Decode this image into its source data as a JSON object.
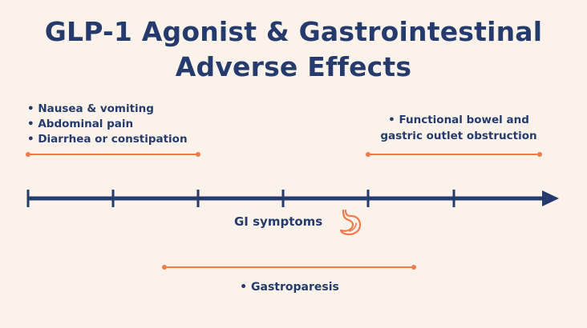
{
  "title": {
    "line1": "GLP-1 Agonist & Gastrointestinal",
    "line2": "Adverse Effects"
  },
  "timeline": {
    "axis_label": "GI symptoms",
    "icon": "stomach-icon"
  },
  "early_effects": {
    "items": [
      "Nausea & vomiting",
      "Abdominal pain",
      "Diarrhea or constipation"
    ]
  },
  "late_effects": {
    "line1": "Functional bowel and",
    "line2": "gastric outlet obstruction"
  },
  "mid_effects": {
    "items": [
      "Gastroparesis"
    ]
  },
  "colors": {
    "background": "#fbf3ea",
    "navy": "#253b6e",
    "orange": "#ef7b4a"
  }
}
